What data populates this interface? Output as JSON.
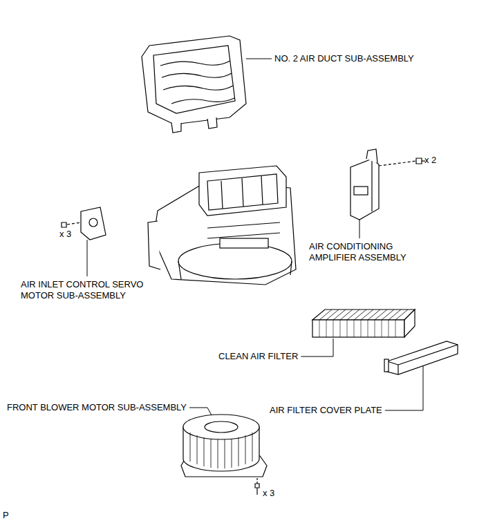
{
  "diagram": {
    "labels": [
      "NO. 2 AIR DUCT SUB-ASSEMBLY",
      "x 2",
      "x 3",
      "AIR CONDITIONING AMPLIFIER ASSEMBLY",
      "AIR INLET CONTROL SERVO MOTOR SUB-ASSEMBLY",
      "CLEAN AIR FILTER",
      "AIR FILTER COVER PLATE",
      "FRONT BLOWER MOTOR SUB-ASSEMBLY",
      "x 3",
      "P"
    ]
  }
}
